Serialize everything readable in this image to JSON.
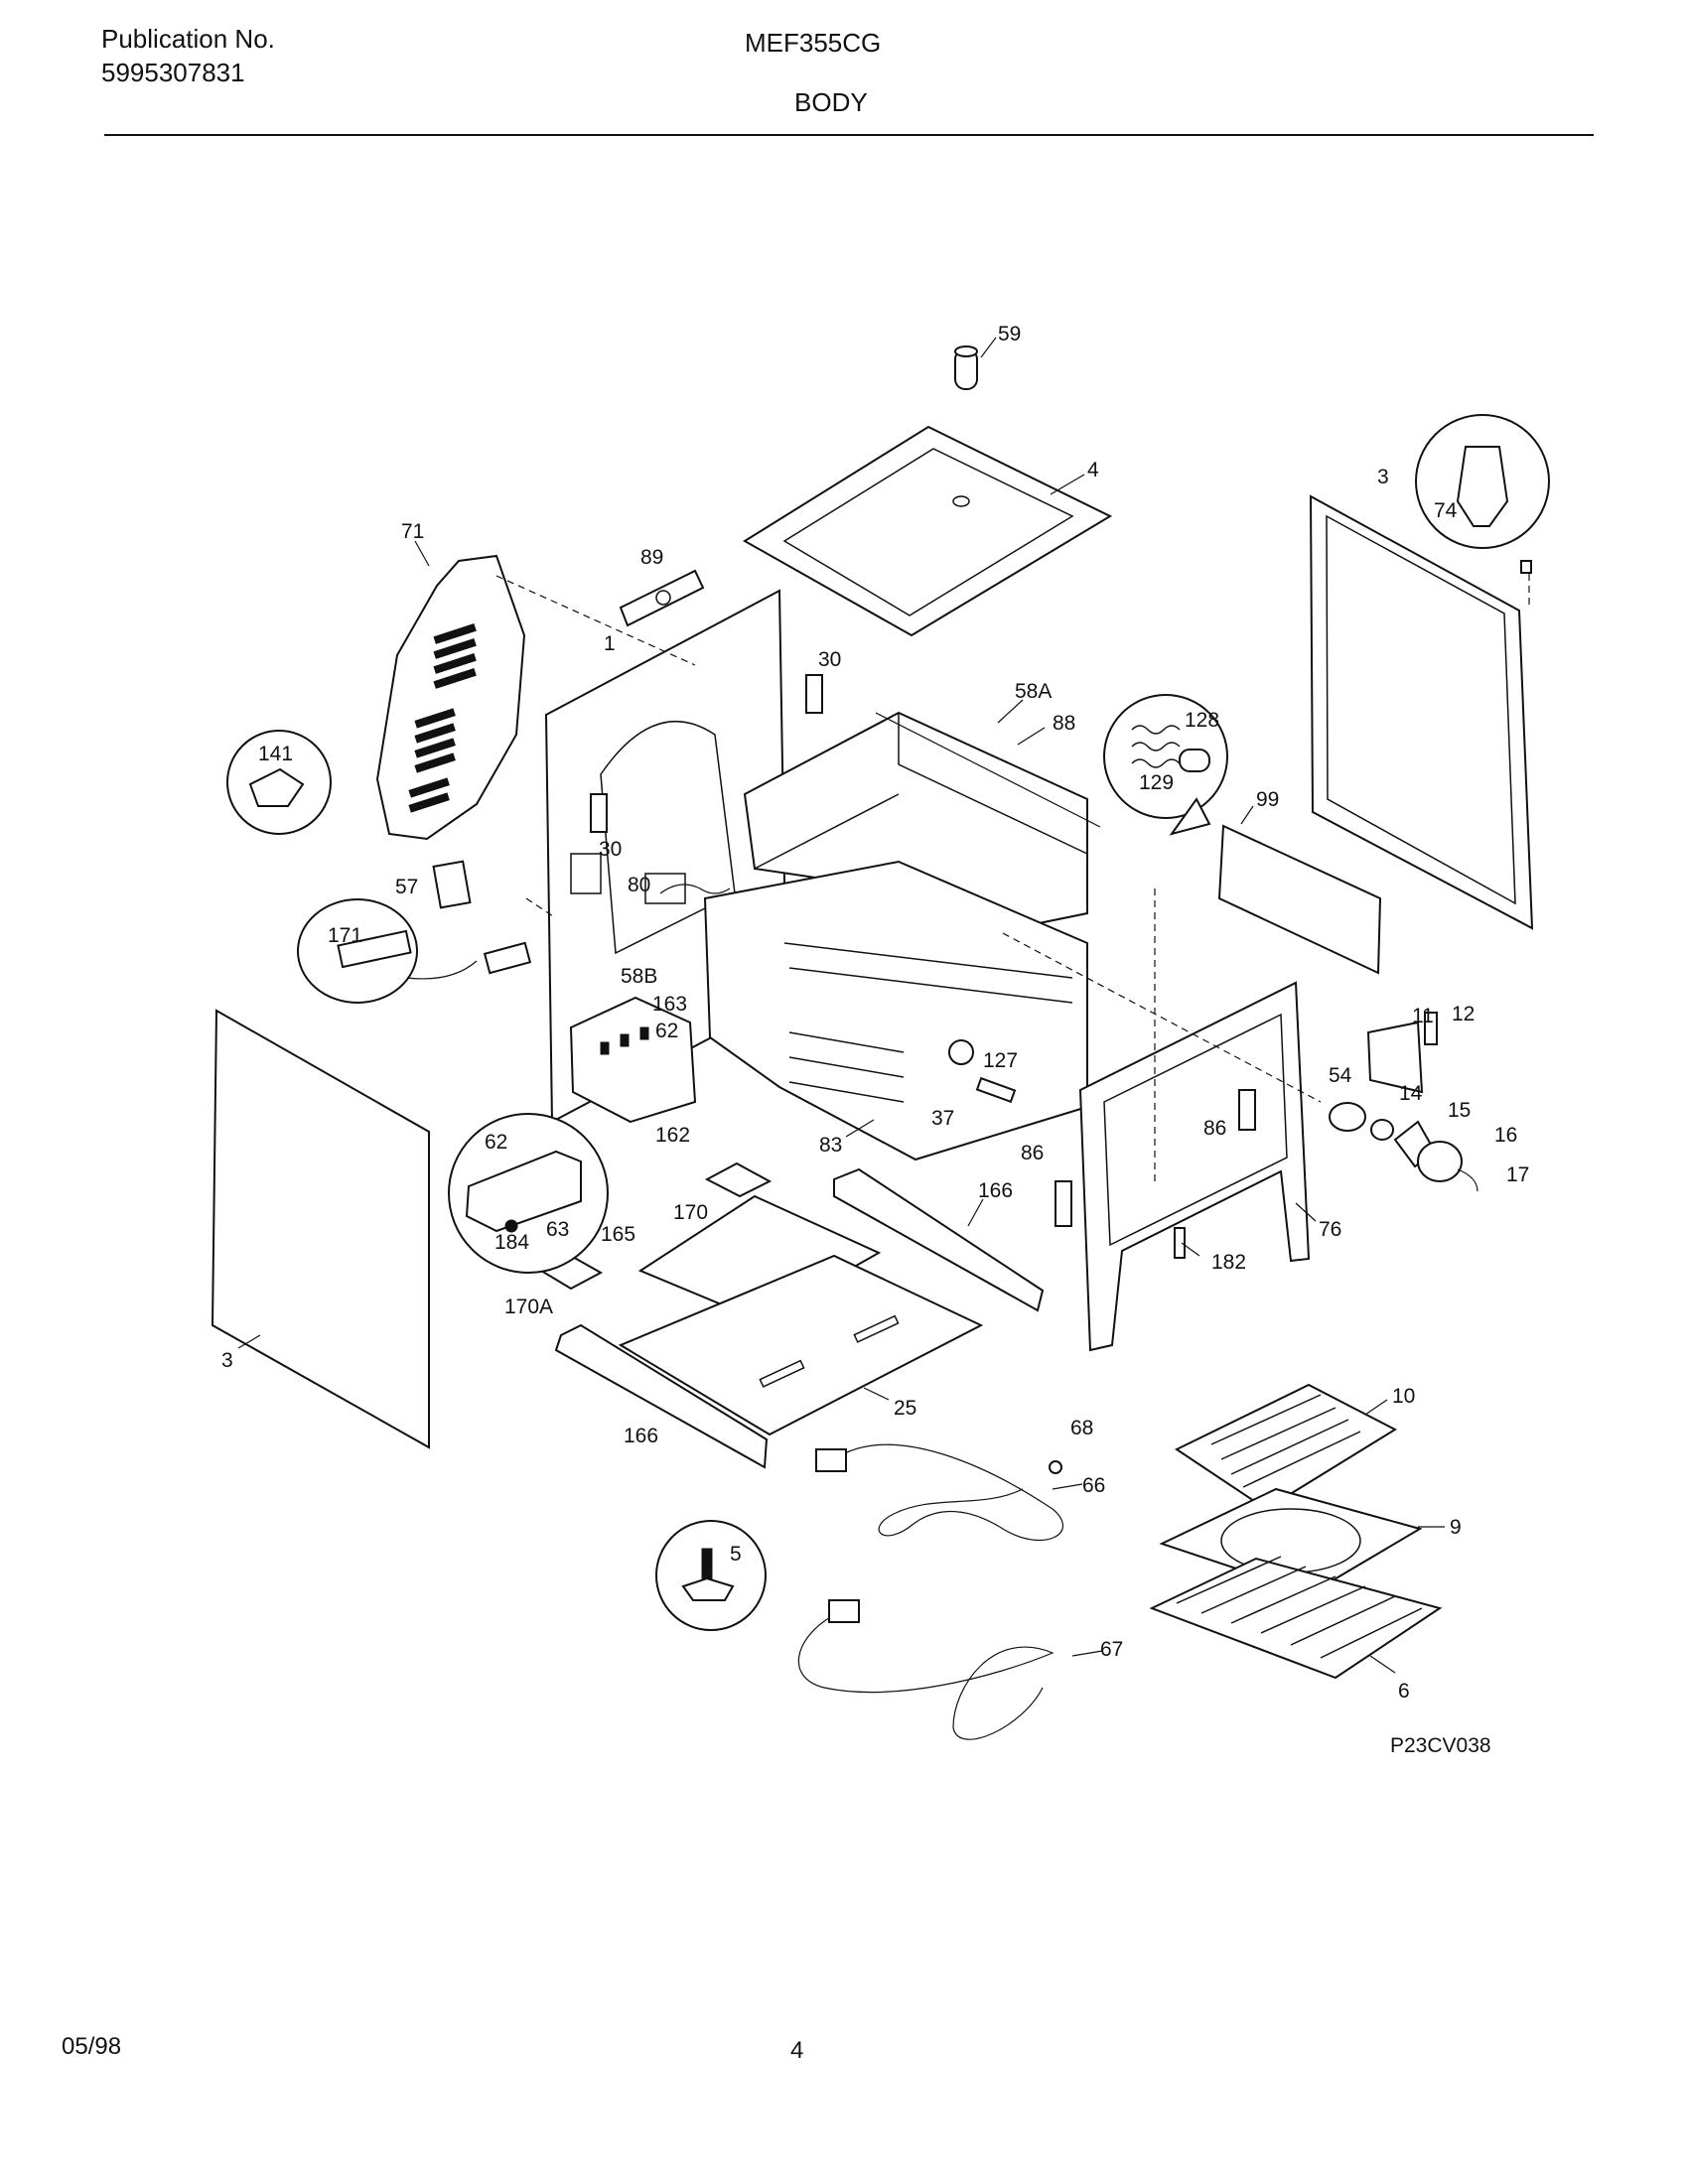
{
  "header": {
    "publication_label": "Publication No.",
    "publication_number": "5995307831",
    "model": "MEF355CG",
    "section": "BODY"
  },
  "footer": {
    "date": "05/98",
    "page": "4"
  },
  "drawing_code": "P23CV038",
  "callouts": {
    "c59": "59",
    "c4": "4",
    "c3_right": "3",
    "c74": "74",
    "c71": "71",
    "c89": "89",
    "c1": "1",
    "c30_top": "30",
    "c58A": "58A",
    "c88": "88",
    "c128": "128",
    "c129": "129",
    "c141": "141",
    "c30_mid": "30",
    "c99": "99",
    "c57": "57",
    "c80": "80",
    "c171": "171",
    "c58B": "58B",
    "c163": "163",
    "c62_top": "62",
    "c11": "11",
    "c12": "12",
    "c127": "127",
    "c54": "54",
    "c14": "14",
    "c15": "15",
    "c16": "16",
    "c17": "17",
    "c86_right": "86",
    "c37": "37",
    "c162": "162",
    "c62_inset": "62",
    "c83": "83",
    "c86_left": "86",
    "c166_right": "166",
    "c170": "170",
    "c165": "165",
    "c184": "184",
    "c63": "63",
    "c76": "76",
    "c182": "182",
    "c170A": "170A",
    "c3_left": "3",
    "c25": "25",
    "c10": "10",
    "c166_left": "166",
    "c68": "68",
    "c66": "66",
    "c9": "9",
    "c5": "5",
    "c67": "67",
    "c6": "6"
  }
}
